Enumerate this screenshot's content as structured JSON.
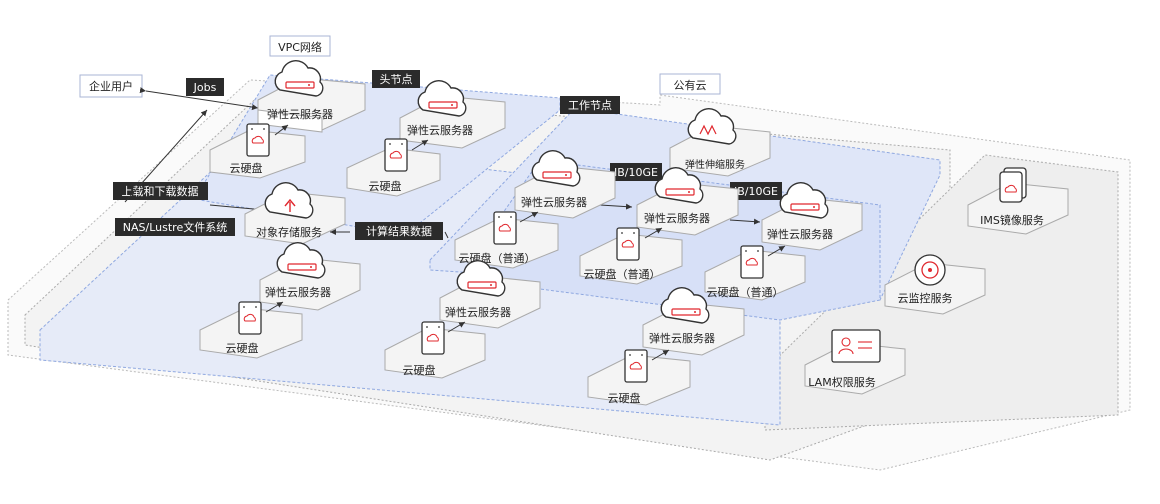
{
  "labels": {
    "vpc": "VPC网络",
    "enterprise_user": "企业用户",
    "jobs": "Jobs",
    "head_node": "头节点",
    "public_cloud": "公有云",
    "worker_node": "工作节点",
    "upload_download": "上载和下载数据",
    "nas_lustre": "NAS/Lustre文件系统",
    "compute_result": "计算结果数据",
    "ib1": "IB/10GE",
    "ib2": "IB/10GE"
  },
  "services": {
    "elastic_scaling": "弹性伸缩服务",
    "ims": "IMS镜像服务",
    "cloud_monitor": "云监控服务",
    "iam": "LAM权限服务",
    "object_storage": "对象存储服务"
  },
  "nodes": {
    "ecs_label": "弹性云服务器",
    "disk_label": "云硬盘",
    "disk_common_label": "云硬盘（普通）"
  },
  "colors": {
    "accent": "#e0282e",
    "zone_fill": "#e6ebf8",
    "zone_border": "#8fa8e0",
    "tag_bg": "#2b2b2b"
  }
}
